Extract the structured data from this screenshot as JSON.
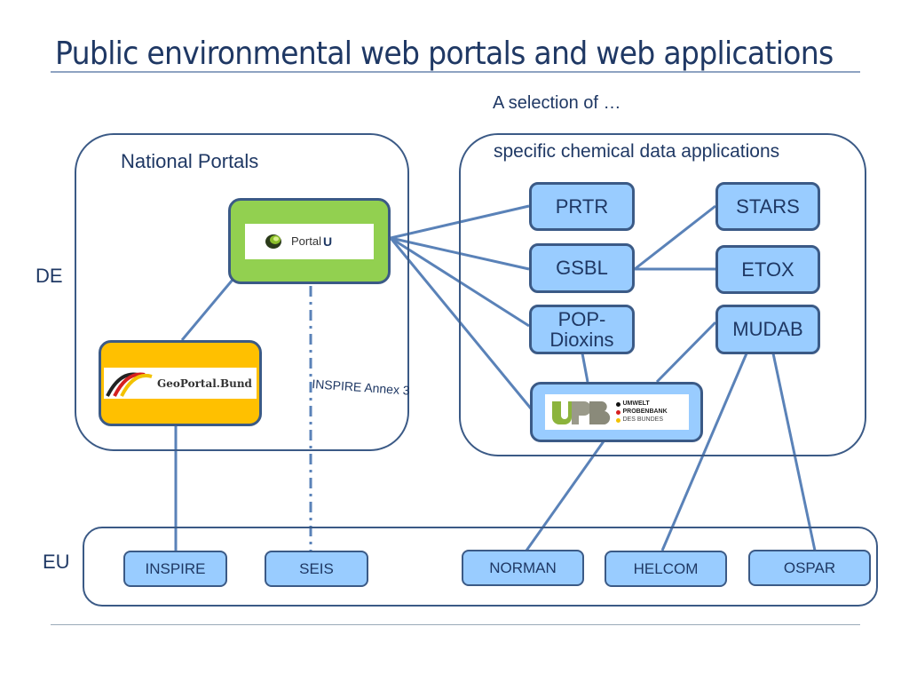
{
  "title": "Public environmental web portals and web applications",
  "subtitle": "A selection of …",
  "row_labels": {
    "de": "DE",
    "eu": "EU"
  },
  "groups": {
    "national": {
      "label": "National Portals"
    },
    "chemical": {
      "label": "specific chemical data applications"
    },
    "eu": {
      "label": ""
    }
  },
  "national_portals": [
    {
      "id": "portalu",
      "label": "PortalU",
      "logo_text": "Portal",
      "logo_text_bold": "U",
      "color": "#92d050"
    },
    {
      "id": "geoportal",
      "label": "GeoPortal.Bund",
      "logo_text": "GeoPortal.Bund",
      "color": "#ffc000"
    }
  ],
  "chemical_apps": [
    {
      "id": "prtr",
      "label": "PRTR"
    },
    {
      "id": "gsbl",
      "label": "GSBL"
    },
    {
      "id": "pop",
      "label": "POP-\nDioxins"
    },
    {
      "id": "stars",
      "label": "STARS"
    },
    {
      "id": "etox",
      "label": "ETOX"
    },
    {
      "id": "mudab",
      "label": "MUDAB"
    },
    {
      "id": "upb",
      "label": "Umweltprobenbank des Bundes",
      "logo_lines": [
        "UMWELT",
        "PROBENBANK",
        "DES BUNDES"
      ]
    }
  ],
  "eu_items": [
    {
      "id": "inspire",
      "label": "INSPIRE"
    },
    {
      "id": "seis",
      "label": "SEIS"
    },
    {
      "id": "norman",
      "label": "NORMAN"
    },
    {
      "id": "helcom",
      "label": "HELCOM"
    },
    {
      "id": "ospar",
      "label": "OSPAR"
    }
  ],
  "annotations": {
    "inspire_annex": "INSPIRE Annex 3"
  },
  "colors": {
    "text": "#1f3864",
    "border": "#3b5a86",
    "node_fill": "#99ccff",
    "connector": "#5a82b8",
    "portalu_green": "#92d050",
    "geoportal_yellow": "#ffc000"
  },
  "connections": [
    [
      "portalu",
      "prtr"
    ],
    [
      "portalu",
      "gsbl"
    ],
    [
      "portalu",
      "pop"
    ],
    [
      "portalu",
      "upb"
    ],
    [
      "portalu",
      "geoportal"
    ],
    [
      "geoportal",
      "inspire"
    ],
    [
      "portalu",
      "seis",
      "dashed"
    ],
    [
      "gsbl",
      "stars"
    ],
    [
      "gsbl",
      "etox"
    ],
    [
      "pop",
      "upb"
    ],
    [
      "mudab",
      "upb"
    ],
    [
      "upb",
      "norman"
    ],
    [
      "mudab",
      "helcom"
    ],
    [
      "mudab",
      "ospar"
    ]
  ]
}
